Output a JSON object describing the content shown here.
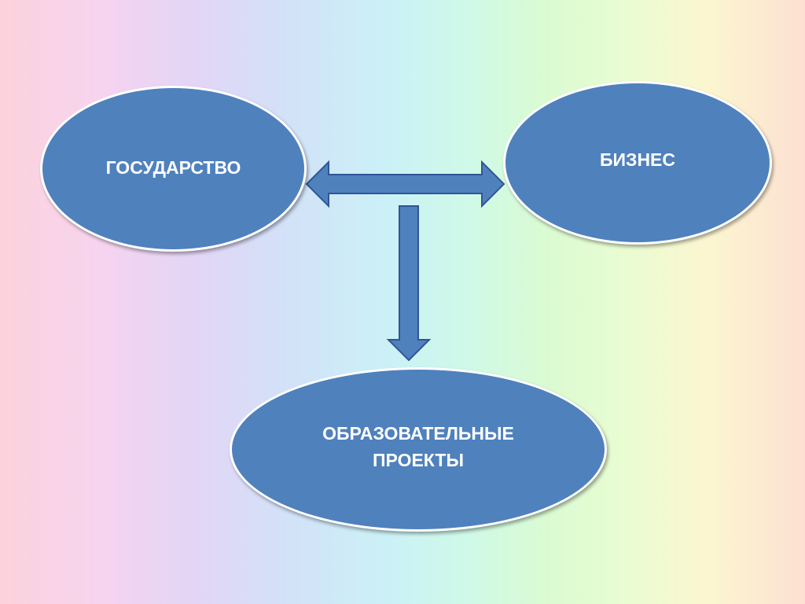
{
  "nodes": {
    "government": "ГОСУДАРСТВО",
    "business": "БИЗНЕС",
    "projects": "ОБРАЗОВАТЕЛЬНЫЕ\nПРОЕКТЫ"
  },
  "colors": {
    "node_fill": "#4f81bd",
    "node_border": "#ffffff",
    "arrow_fill": "#4f81bd",
    "arrow_stroke": "#2f5597"
  },
  "edges": [
    {
      "from": "government",
      "to": "business",
      "type": "bidirectional"
    },
    {
      "from": "connector",
      "to": "projects",
      "type": "directed"
    }
  ]
}
